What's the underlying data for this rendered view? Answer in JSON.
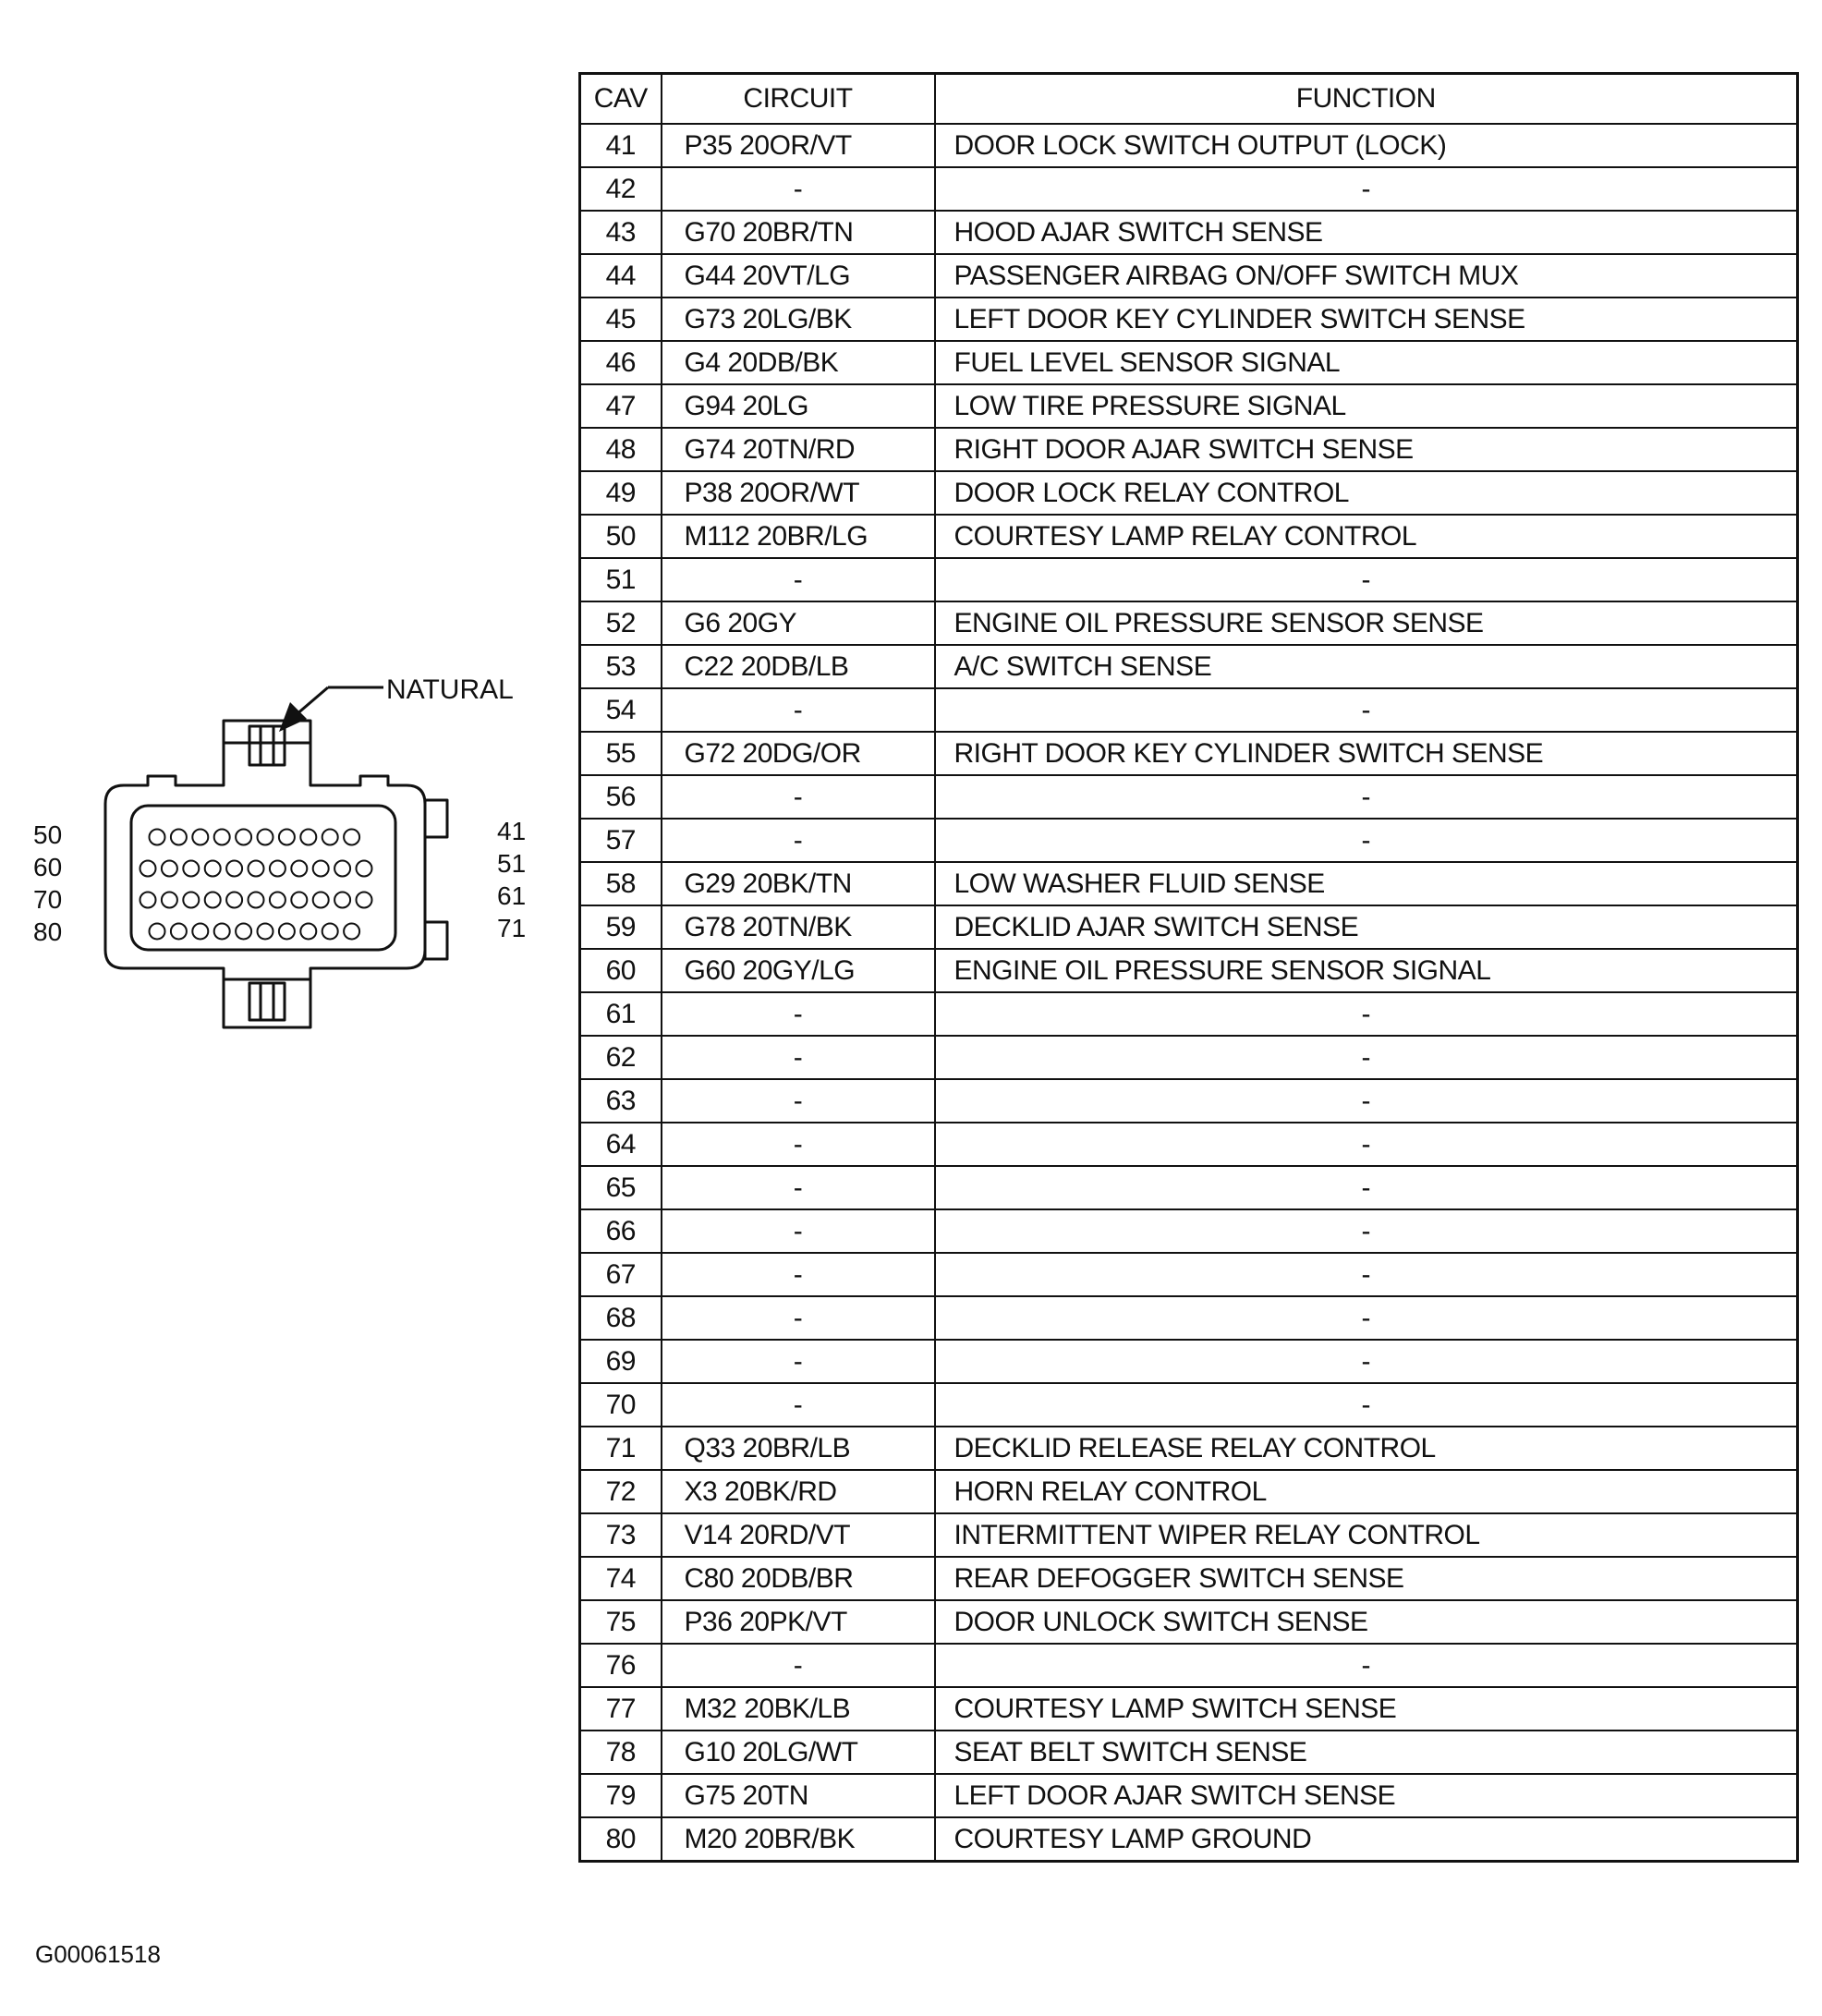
{
  "diagram": {
    "callout_label": "NATURAL",
    "left_row_labels": [
      "50",
      "60",
      "70",
      "80"
    ],
    "right_row_labels": [
      "41",
      "51",
      "61",
      "71"
    ]
  },
  "table": {
    "headers": {
      "cav": "CAV",
      "circuit": "CIRCUIT",
      "function": "FUNCTION"
    },
    "rows": [
      {
        "cav": "41",
        "circuit": "P35 20OR/VT",
        "function": "DOOR LOCK SWITCH OUTPUT (LOCK)"
      },
      {
        "cav": "42",
        "circuit": "-",
        "function": "-"
      },
      {
        "cav": "43",
        "circuit": "G70 20BR/TN",
        "function": "HOOD AJAR SWITCH SENSE"
      },
      {
        "cav": "44",
        "circuit": "G44 20VT/LG",
        "function": "PASSENGER AIRBAG ON/OFF SWITCH MUX"
      },
      {
        "cav": "45",
        "circuit": "G73 20LG/BK",
        "function": "LEFT DOOR KEY CYLINDER SWITCH SENSE"
      },
      {
        "cav": "46",
        "circuit": "G4 20DB/BK",
        "function": "FUEL LEVEL SENSOR SIGNAL"
      },
      {
        "cav": "47",
        "circuit": "G94 20LG",
        "function": "LOW TIRE PRESSURE SIGNAL"
      },
      {
        "cav": "48",
        "circuit": "G74 20TN/RD",
        "function": "RIGHT DOOR AJAR SWITCH SENSE"
      },
      {
        "cav": "49",
        "circuit": "P38 20OR/WT",
        "function": "DOOR LOCK RELAY CONTROL"
      },
      {
        "cav": "50",
        "circuit": "M112 20BR/LG",
        "function": "COURTESY LAMP RELAY CONTROL"
      },
      {
        "cav": "51",
        "circuit": "-",
        "function": "-"
      },
      {
        "cav": "52",
        "circuit": "G6 20GY",
        "function": "ENGINE OIL PRESSURE SENSOR SENSE"
      },
      {
        "cav": "53",
        "circuit": "C22 20DB/LB",
        "function": "A/C SWITCH SENSE"
      },
      {
        "cav": "54",
        "circuit": "-",
        "function": "-"
      },
      {
        "cav": "55",
        "circuit": "G72 20DG/OR",
        "function": "RIGHT DOOR KEY CYLINDER SWITCH SENSE"
      },
      {
        "cav": "56",
        "circuit": "-",
        "function": "-"
      },
      {
        "cav": "57",
        "circuit": "-",
        "function": "-"
      },
      {
        "cav": "58",
        "circuit": "G29 20BK/TN",
        "function": "LOW WASHER FLUID SENSE"
      },
      {
        "cav": "59",
        "circuit": "G78 20TN/BK",
        "function": "DECKLID AJAR SWITCH SENSE"
      },
      {
        "cav": "60",
        "circuit": "G60 20GY/LG",
        "function": "ENGINE OIL PRESSURE SENSOR SIGNAL"
      },
      {
        "cav": "61",
        "circuit": "-",
        "function": "-"
      },
      {
        "cav": "62",
        "circuit": "-",
        "function": "-"
      },
      {
        "cav": "63",
        "circuit": "-",
        "function": "-"
      },
      {
        "cav": "64",
        "circuit": "-",
        "function": "-"
      },
      {
        "cav": "65",
        "circuit": "-",
        "function": "-"
      },
      {
        "cav": "66",
        "circuit": "-",
        "function": "-"
      },
      {
        "cav": "67",
        "circuit": "-",
        "function": "-"
      },
      {
        "cav": "68",
        "circuit": "-",
        "function": "-"
      },
      {
        "cav": "69",
        "circuit": "-",
        "function": "-"
      },
      {
        "cav": "70",
        "circuit": "-",
        "function": "-"
      },
      {
        "cav": "71",
        "circuit": "Q33 20BR/LB",
        "function": "DECKLID RELEASE RELAY CONTROL"
      },
      {
        "cav": "72",
        "circuit": "X3 20BK/RD",
        "function": "HORN RELAY CONTROL"
      },
      {
        "cav": "73",
        "circuit": "V14 20RD/VT",
        "function": "INTERMITTENT WIPER RELAY CONTROL"
      },
      {
        "cav": "74",
        "circuit": "C80 20DB/BR",
        "function": "REAR DEFOGGER SWITCH SENSE"
      },
      {
        "cav": "75",
        "circuit": "P36 20PK/VT",
        "function": "DOOR UNLOCK SWITCH SENSE"
      },
      {
        "cav": "76",
        "circuit": "-",
        "function": "-"
      },
      {
        "cav": "77",
        "circuit": "M32 20BK/LB",
        "function": "COURTESY LAMP SWITCH SENSE"
      },
      {
        "cav": "78",
        "circuit": "G10 20LG/WT",
        "function": "SEAT BELT SWITCH SENSE"
      },
      {
        "cav": "79",
        "circuit": "G75 20TN",
        "function": "LEFT DOOR AJAR SWITCH SENSE"
      },
      {
        "cav": "80",
        "circuit": "M20 20BR/BK",
        "function": "COURTESY LAMP GROUND"
      }
    ]
  },
  "document_id": "G00061518",
  "colors": {
    "ink": "#111111",
    "paper": "#ffffff"
  }
}
